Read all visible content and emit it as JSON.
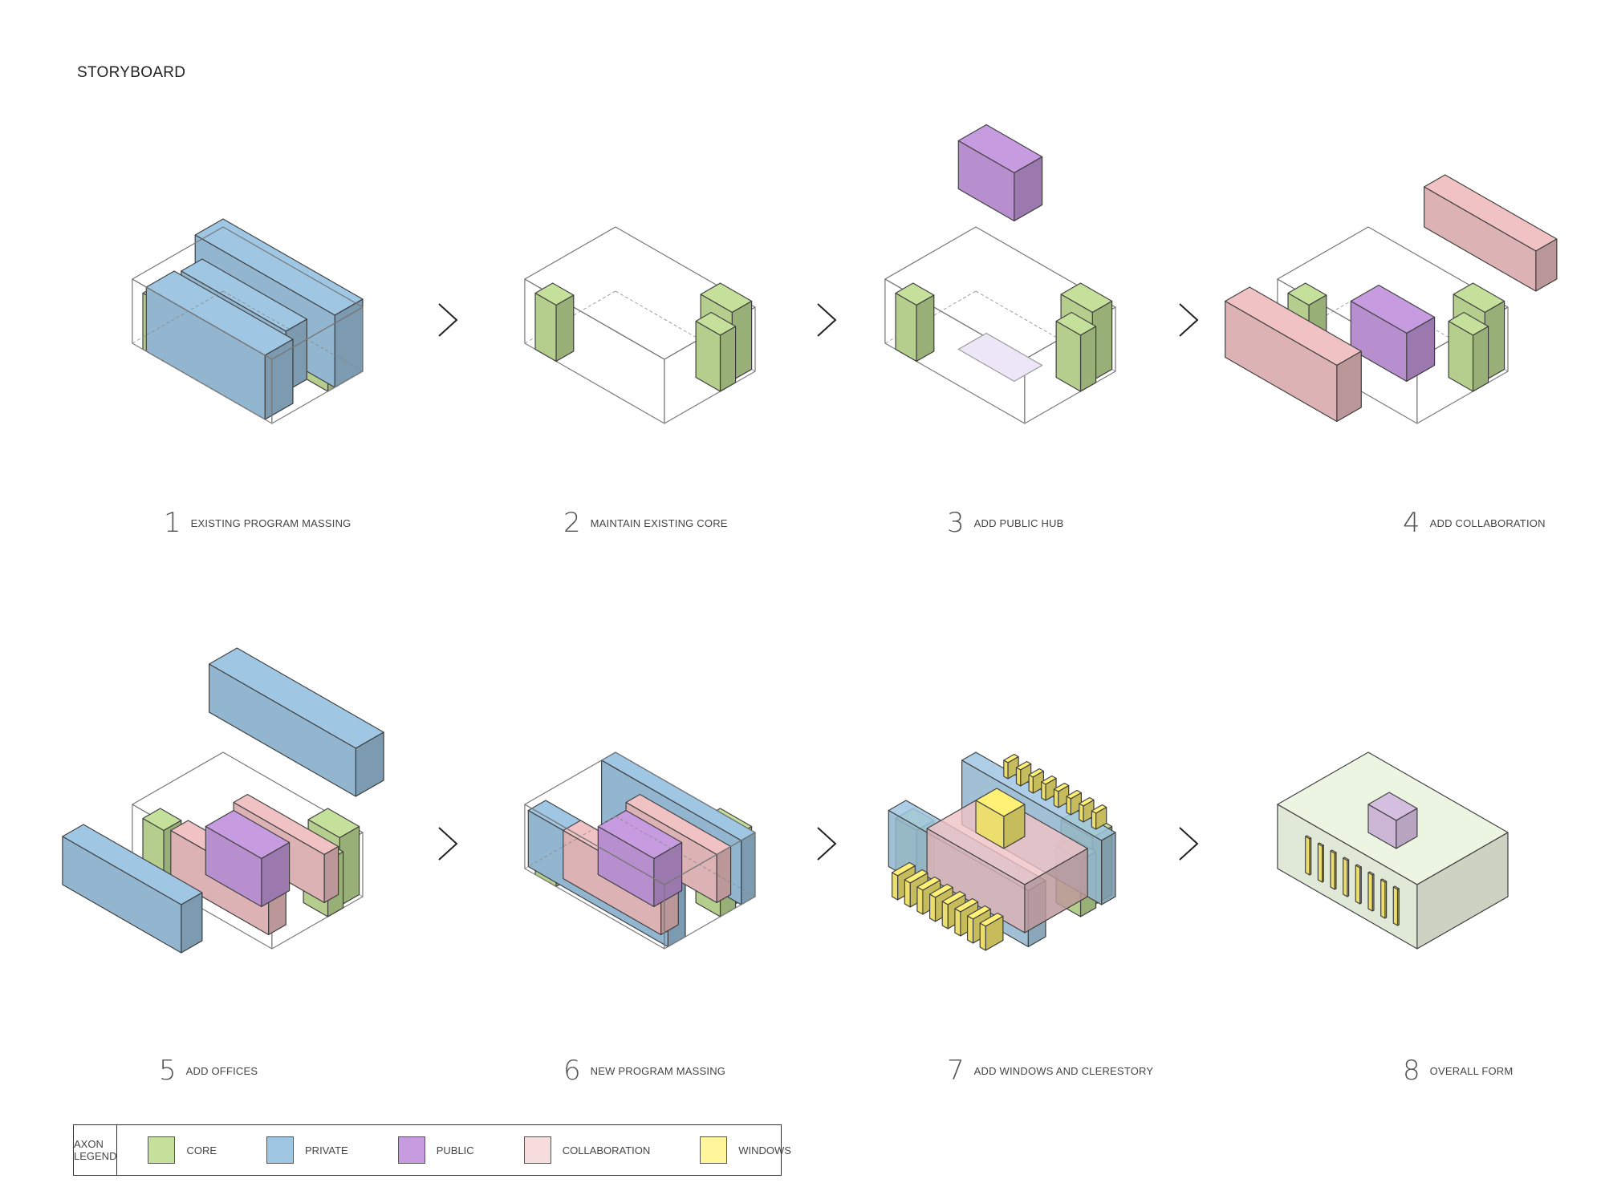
{
  "title": "STORYBOARD",
  "panels": [
    {
      "number": "1",
      "label": "EXISTING PROGRAM MASSING"
    },
    {
      "number": "2",
      "label": "MAINTAIN EXISTING CORE"
    },
    {
      "number": "3",
      "label": "ADD  PUBLIC HUB"
    },
    {
      "number": "4",
      "label": "ADD COLLABORATION"
    },
    {
      "number": "5",
      "label": "ADD OFFICES"
    },
    {
      "number": "6",
      "label": "NEW PROGRAM MASSING"
    },
    {
      "number": "7",
      "label": "ADD WINDOWS AND CLERESTORY"
    },
    {
      "number": "8",
      "label": "OVERALL FORM"
    }
  ],
  "legend": {
    "title": "AXON LEGEND",
    "items": [
      {
        "label": "CORE",
        "color": "#c5e09a"
      },
      {
        "label": "PRIVATE",
        "color": "#9fc6e2"
      },
      {
        "label": "PUBLIC",
        "color": "#c79be0"
      },
      {
        "label": "COLLABORATION",
        "color": "#f6dcdd"
      },
      {
        "label": "WINDOWS",
        "color": "#fff59a"
      }
    ]
  },
  "colors": {
    "core": "#c5e09a",
    "private": "#9fc6e2",
    "public": "#c79be0",
    "collab": "#f0c2c4",
    "windows": "#fff176",
    "line": "#444444"
  }
}
